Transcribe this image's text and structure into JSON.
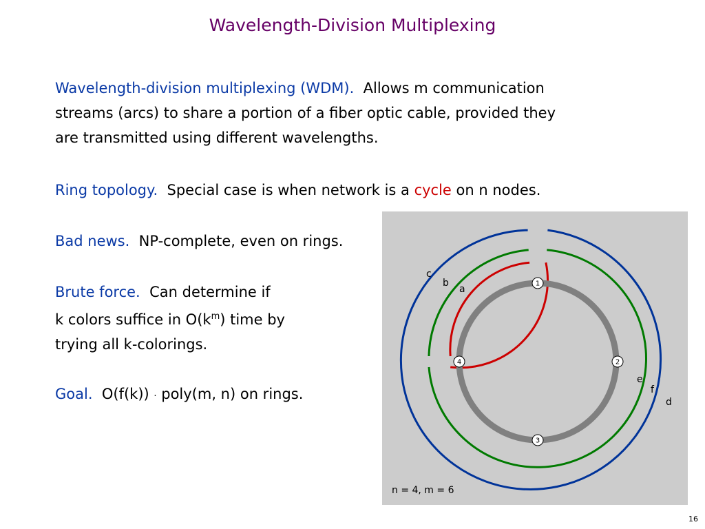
{
  "title": "Wavelength-Division Multiplexing",
  "paragraphs": {
    "wdm": {
      "term": "Wavelength-division multiplexing (WDM).",
      "text1": "Allows m communication",
      "text2": "streams (arcs) to share a portion of a fiber optic cable, provided they",
      "text3": "are transmitted using different wavelengths."
    },
    "ring": {
      "term": "Ring topology.",
      "text_before": "Special case is when network is a",
      "highlight": "cycle",
      "text_after": "on n nodes."
    },
    "bad": {
      "term": "Bad news.",
      "text": "NP-complete, even on rings."
    },
    "brute": {
      "term": "Brute force.",
      "text1": "Can determine if",
      "text2_pre": "k colors suffice in O(k",
      "text2_sup": "m",
      "text2_post": ") time by",
      "text3": "trying all k-colorings."
    },
    "goal": {
      "term": "Goal.",
      "text_pre": "O(f(k))",
      "dot": "·",
      "text_post": "poly(m, n) on rings."
    }
  },
  "diagram": {
    "nodes": [
      "1",
      "2",
      "3",
      "4"
    ],
    "arc_labels": [
      "a",
      "b",
      "c",
      "d",
      "e",
      "f"
    ],
    "caption": "n = 4, m = 6"
  },
  "colors": {
    "title": "#660066",
    "keyword": "#0b3aa6",
    "highlight": "#cc0000",
    "ring": "#808080",
    "arc_red": "#cc0000",
    "arc_green": "#007a00",
    "arc_blue": "#003399"
  },
  "page_number": "16"
}
